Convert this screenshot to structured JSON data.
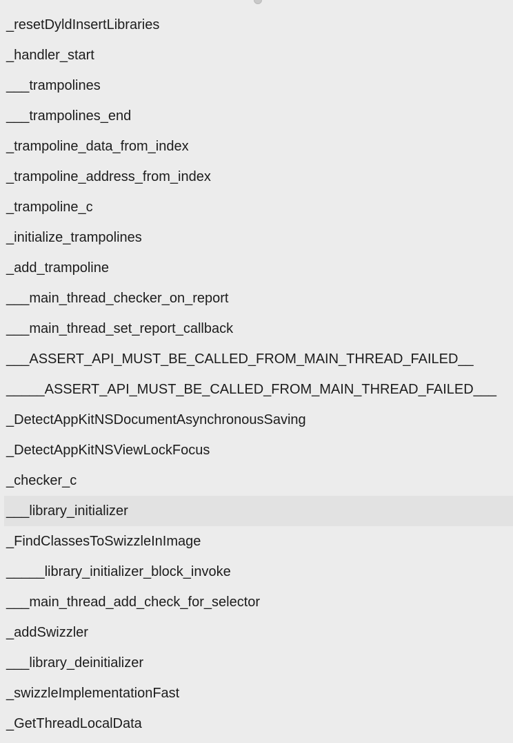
{
  "symbols": {
    "selected_index": 16,
    "items": [
      "_resetDyldInsertLibraries",
      "_handler_start",
      "___trampolines",
      "___trampolines_end",
      "_trampoline_data_from_index",
      "_trampoline_address_from_index",
      "_trampoline_c",
      "_initialize_trampolines",
      "_add_trampoline",
      "___main_thread_checker_on_report",
      "___main_thread_set_report_callback",
      "___ASSERT_API_MUST_BE_CALLED_FROM_MAIN_THREAD_FAILED__",
      "_____ASSERT_API_MUST_BE_CALLED_FROM_MAIN_THREAD_FAILED___",
      "_DetectAppKitNSDocumentAsynchronousSaving",
      "_DetectAppKitNSViewLockFocus",
      "_checker_c",
      "___library_initializer",
      "_FindClassesToSwizzleInImage",
      "_____library_initializer_block_invoke",
      "___main_thread_add_check_for_selector",
      "_addSwizzler",
      "___library_deinitializer",
      "_swizzleImplementationFast",
      "_GetThreadLocalData"
    ]
  }
}
